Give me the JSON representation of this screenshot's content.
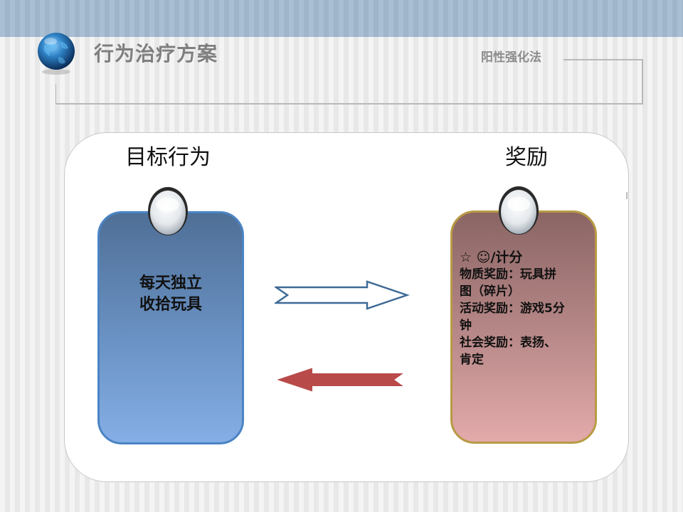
{
  "header": {
    "title": "行为治疗方案",
    "subtitle": "阳性强化法",
    "logo_icon": "globe-icon"
  },
  "diagram": {
    "left_heading": "目标行为",
    "right_heading": "奖励",
    "left_card": {
      "lines": [
        "每天独立",
        "收拾玩具"
      ],
      "color": "#6a92c4"
    },
    "right_card": {
      "first_line": "☆ ☺/计分",
      "lines": [
        "物质奖励：玩具拼",
        "图（碎片）",
        "活动奖励：游戏5分",
        "钟",
        "社会奖励：表扬、",
        "肯定"
      ],
      "color": "#b58686"
    },
    "arrow_forward_icon": "right-arrow-icon",
    "arrow_back_icon": "left-arrow-icon",
    "arrow_back_color": "#b94a4a"
  }
}
